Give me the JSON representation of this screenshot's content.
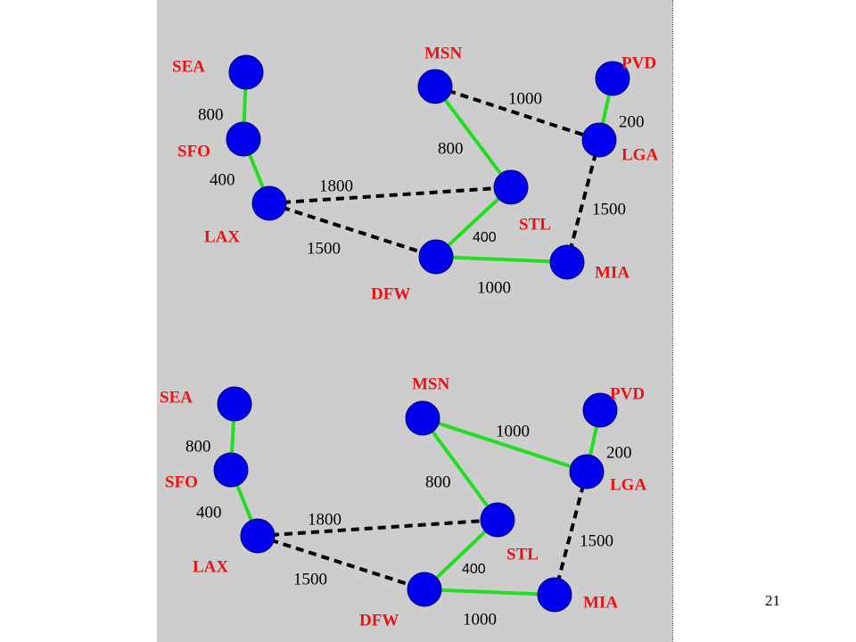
{
  "page_number": "21",
  "colors": {
    "panel": "#cdcdcd",
    "node": "#0000ee",
    "node_stroke": "#000066",
    "label": "#ee1111",
    "tree_edge": "#22dd22",
    "other_edge": "#000000"
  },
  "graphs": [
    {
      "nodes": [
        {
          "id": "SEA",
          "label": "SEA"
        },
        {
          "id": "SFO",
          "label": "SFO"
        },
        {
          "id": "LAX",
          "label": "LAX"
        },
        {
          "id": "MSN",
          "label": "MSN"
        },
        {
          "id": "STL",
          "label": "STL"
        },
        {
          "id": "DFW",
          "label": "DFW"
        },
        {
          "id": "PVD",
          "label": "PVD"
        },
        {
          "id": "LGA",
          "label": "LGA"
        },
        {
          "id": "MIA",
          "label": "MIA"
        }
      ],
      "edges": [
        {
          "from": "SEA",
          "to": "SFO",
          "weight": "800",
          "style": "solid"
        },
        {
          "from": "SFO",
          "to": "LAX",
          "weight": "400",
          "style": "solid"
        },
        {
          "from": "LAX",
          "to": "STL",
          "weight": "1800",
          "style": "dashed"
        },
        {
          "from": "LAX",
          "to": "DFW",
          "weight": "1500",
          "style": "dashed"
        },
        {
          "from": "MSN",
          "to": "STL",
          "weight": "800",
          "style": "solid"
        },
        {
          "from": "MSN",
          "to": "LGA",
          "weight": "1000",
          "style": "dashed"
        },
        {
          "from": "STL",
          "to": "DFW",
          "weight": "400",
          "style": "solid"
        },
        {
          "from": "DFW",
          "to": "MIA",
          "weight": "1000",
          "style": "solid"
        },
        {
          "from": "PVD",
          "to": "LGA",
          "weight": "200",
          "style": "solid"
        },
        {
          "from": "LGA",
          "to": "MIA",
          "weight": "1500",
          "style": "dashed"
        }
      ]
    },
    {
      "nodes": [
        {
          "id": "SEA",
          "label": "SEA"
        },
        {
          "id": "SFO",
          "label": "SFO"
        },
        {
          "id": "LAX",
          "label": "LAX"
        },
        {
          "id": "MSN",
          "label": "MSN"
        },
        {
          "id": "STL",
          "label": "STL"
        },
        {
          "id": "DFW",
          "label": "DFW"
        },
        {
          "id": "PVD",
          "label": "PVD"
        },
        {
          "id": "LGA",
          "label": "LGA"
        },
        {
          "id": "MIA",
          "label": "MIA"
        }
      ],
      "edges": [
        {
          "from": "SEA",
          "to": "SFO",
          "weight": "800",
          "style": "solid"
        },
        {
          "from": "SFO",
          "to": "LAX",
          "weight": "400",
          "style": "solid"
        },
        {
          "from": "LAX",
          "to": "STL",
          "weight": "1800",
          "style": "dashed"
        },
        {
          "from": "LAX",
          "to": "DFW",
          "weight": "1500",
          "style": "dashed"
        },
        {
          "from": "MSN",
          "to": "STL",
          "weight": "800",
          "style": "solid"
        },
        {
          "from": "MSN",
          "to": "LGA",
          "weight": "1000",
          "style": "solid"
        },
        {
          "from": "STL",
          "to": "DFW",
          "weight": "400",
          "style": "solid"
        },
        {
          "from": "DFW",
          "to": "MIA",
          "weight": "1000",
          "style": "solid"
        },
        {
          "from": "PVD",
          "to": "LGA",
          "weight": "200",
          "style": "solid"
        },
        {
          "from": "LGA",
          "to": "MIA",
          "weight": "1500",
          "style": "dashed"
        }
      ]
    }
  ]
}
